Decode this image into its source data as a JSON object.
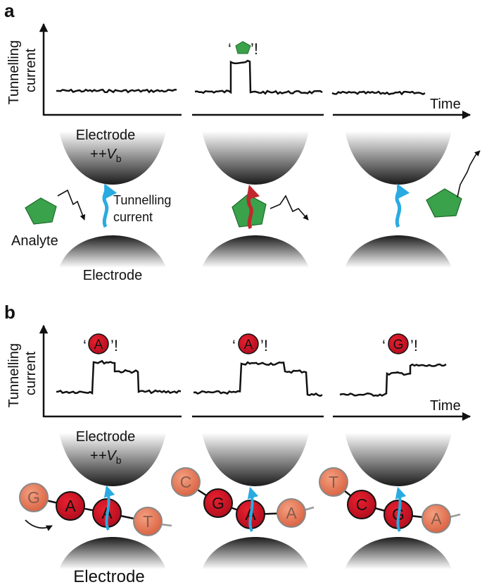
{
  "panel_a": {
    "label": "a",
    "y_axis_label": [
      "Tunnelling",
      "current"
    ],
    "x_axis_label": "Time",
    "top_electrode_label": [
      "Electrode",
      "+V",
      "b"
    ],
    "bottom_electrode_label": "Electrode",
    "tunnelling_current_label": [
      "Tunnelling",
      "current"
    ],
    "analyte_label": "Analyte",
    "event_quote_open": "‘",
    "event_quote_close": "’!"
  },
  "panel_b": {
    "label": "b",
    "y_axis_label": [
      "Tunnelling",
      "current"
    ],
    "x_axis_label": "Time",
    "top_electrode_label": [
      "Electrode",
      "+V",
      "b"
    ],
    "bottom_electrode_label": "Electrode",
    "calls": [
      {
        "base": "A",
        "open": "‘",
        "close": "’!"
      },
      {
        "base": "A",
        "open": "‘",
        "close": "’!"
      },
      {
        "base": "G",
        "open": "‘",
        "close": "’!"
      }
    ],
    "strands": [
      [
        "G",
        "A",
        "A",
        "T"
      ],
      [
        "C",
        "G",
        "A",
        "A"
      ],
      [
        "T",
        "C",
        "G",
        "A"
      ]
    ]
  },
  "colors": {
    "analyte_green": "#3aa24a",
    "tunnel_blue": "#29abe2",
    "tunnel_red": "#c1272d",
    "nucleotide_red": "#c8102e",
    "nucleotide_faded": "#e8806a",
    "trace": "#111111"
  }
}
